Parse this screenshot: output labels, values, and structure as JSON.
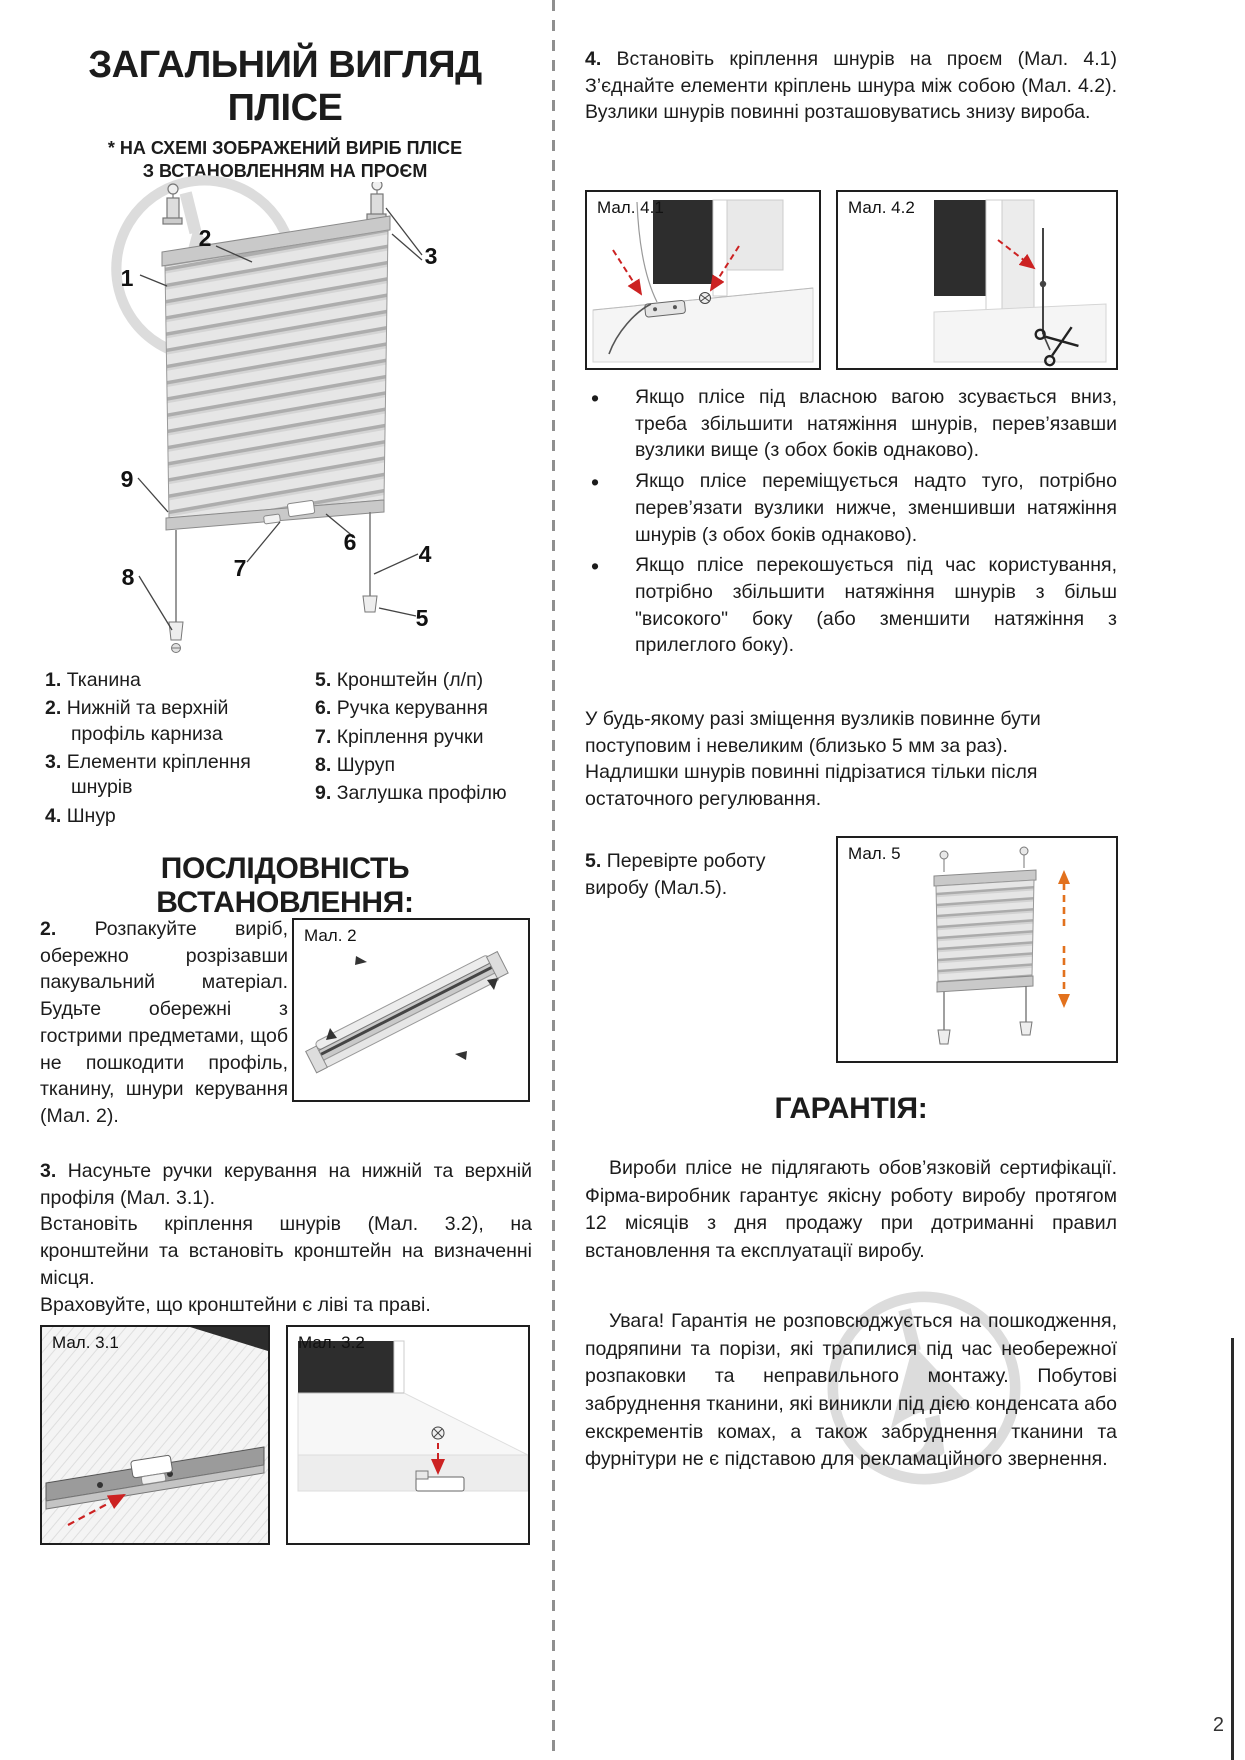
{
  "page": {
    "number": "2"
  },
  "left": {
    "title_line1": "ЗАГАЛЬНИЙ ВИГЛЯД",
    "title_line2": "ПЛІСЕ",
    "subtitle_line1": "* НА СХЕМІ ЗОБРАЖЕНИЙ ВИРІБ ПЛІСЕ",
    "subtitle_line2": "З ВСТАНОВЛЕННЯМ НА ПРОЄМ",
    "legend_left": [
      {
        "num": "1.",
        "text": "Тканина"
      },
      {
        "num": "2.",
        "text": "Нижній та верхній профіль карниза"
      },
      {
        "num": "3.",
        "text": "Елементи кріплення шнурів"
      },
      {
        "num": "4.",
        "text": "Шнур"
      }
    ],
    "legend_right": [
      {
        "num": "5.",
        "text": "Кронштейн (л/п)"
      },
      {
        "num": "6.",
        "text": "Ручка керування"
      },
      {
        "num": "7.",
        "text": "Кріплення ручки"
      },
      {
        "num": "8.",
        "text": "Шуруп"
      },
      {
        "num": "9.",
        "text": "Заглушка профілю"
      }
    ],
    "sequence_title": "ПОСЛІДОВНІСТЬ ВСТАНОВЛЕННЯ:",
    "step2": {
      "num": "2.",
      "text": "Розпакуйте виріб, обережно розрізавши пакувальний матеріал. Будьте обережні з гострими предметами, щоб не пошкодити профіль, тканину, шнури керування (Мал. 2)."
    },
    "step3": {
      "num": "3.",
      "line1": "Насуньте ручки керування на нижній та верхній профіля (Мал. 3.1).",
      "line2": "Встановіть кріплення шнурів (Мал. 3.2), на кронштейни та встановіть кронштейн на визначенні місця.",
      "line3": "Враховуйте, що кронштейни є ліві та праві."
    }
  },
  "right": {
    "step4": {
      "num": "4.",
      "text": "Встановіть кріплення шнурів на проєм (Мал. 4.1) З’єднайте елементи кріплень шнура між собою (Мал. 4.2). Вузлики шнурів повинні розташовуватись знизу вироба."
    },
    "bullets": [
      "Якщо плісе під власною вагою зсувається вниз, треба збільшити натяжіння шнурів, перев’язавши вузлики вище (з обох боків однаково).",
      "Якщо плісе переміщується надто туго, потрібно перев’язати вузлики нижче, зменшивши натяжіння шнурів (з обох боків однаково).",
      "Якщо плісе перекошується під час користування, потрібно збільшити натяжіння шнурів з більш \"високого\" боку (або зменшити натяжіння з прилеглого боку)."
    ],
    "note_line1": "У будь-якому разі зміщення вузликів повинне бути поступовим і невеликим (близько 5 мм за раз).",
    "note_line2": "Надлишки шнурів повинні підрізатися тільки після остаточного регулювання.",
    "step5": {
      "num": "5.",
      "text": "Перевірте роботу виробу (Мал.5)."
    },
    "warranty_title": "ГАРАНТІЯ:",
    "warranty_p1": "Вироби плісе не підлягають обов’язковій сертифікації. Фірма-виробник гарантує якісну роботу виробу протягом 12 місяців з дня продажу при дотриманні правил встановлення та експлуатації виробу.",
    "warranty_p2": "Увага! Гарантія не розповсюджується на пошкодження, подряпини та порізи, які трапилися під час необережної розпаковки та неправильного монтажу. Побутові забруднення тканини, які виникли під дією конденсата або екскрементів комах, а також забруднення тканини та фурнітури не є підставою для рекламаційного звернення."
  },
  "figures": {
    "fig2": "Мал. 2",
    "fig31": "Мал. 3.1",
    "fig32": "Мал. 3.2",
    "fig41": "Мал. 4.1",
    "fig42": "Мал. 4.2",
    "fig5": "Мал. 5"
  },
  "diagram": {
    "callouts": {
      "c1": "1",
      "c2": "2",
      "c3": "3",
      "c4": "4",
      "c5": "5",
      "c6": "6",
      "c7": "7",
      "c8": "8",
      "c9": "9"
    }
  },
  "colors": {
    "accent_red": "#cc2222",
    "accent_orange": "#e2711d",
    "text": "#1c1c1c"
  }
}
